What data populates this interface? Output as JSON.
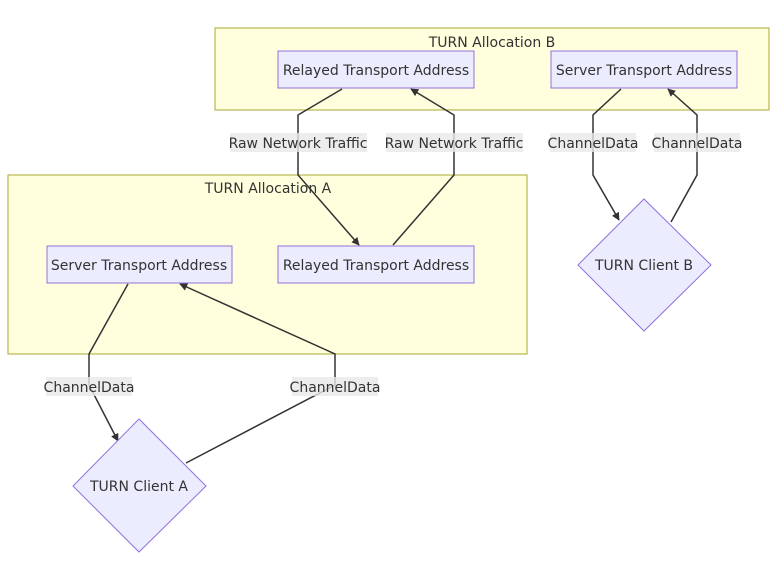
{
  "clusters": {
    "allocation_b": {
      "label": "TURN Allocation B"
    },
    "allocation_a": {
      "label": "TURN Allocation A"
    }
  },
  "nodes": {
    "b_relayed": {
      "label": "Relayed Transport Address"
    },
    "b_server": {
      "label": "Server Transport Address"
    },
    "a_server": {
      "label": "Server Transport Address"
    },
    "a_relayed": {
      "label": "Relayed Transport Address"
    },
    "client_b": {
      "label": "TURN Client B"
    },
    "client_a": {
      "label": "TURN Client A"
    }
  },
  "edges": {
    "raw_traffic_1": {
      "label": "Raw Network Traffic"
    },
    "raw_traffic_2": {
      "label": "Raw Network Traffic"
    },
    "b_channel_down": {
      "label": "ChannelData"
    },
    "b_channel_up": {
      "label": "ChannelData"
    },
    "a_channel_down": {
      "label": "ChannelData"
    },
    "a_channel_up": {
      "label": "ChannelData"
    }
  },
  "colors": {
    "cluster_fill": "#ffffde",
    "cluster_stroke": "#aaaa33",
    "node_fill": "#ececff",
    "node_stroke": "#9370db",
    "edge": "#333333",
    "edge_label_bg": "#e8e8e8"
  }
}
